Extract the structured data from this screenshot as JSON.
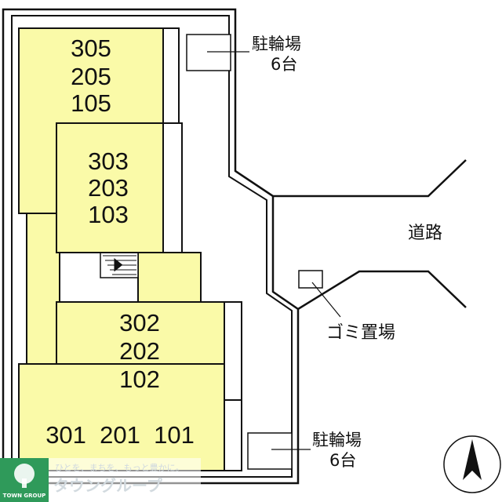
{
  "colors": {
    "building_fill": "#fafaa8",
    "line": "#111111",
    "logo_green": "#2f9a5a"
  },
  "units": {
    "block_a": [
      "305",
      "205",
      "105"
    ],
    "block_b": [
      "303",
      "203",
      "103"
    ],
    "block_c": [
      "302",
      "202",
      "102"
    ],
    "block_d": "301  201  101"
  },
  "bike_parking_top": {
    "label": "駐輪場",
    "count": "6台"
  },
  "bike_parking_bottom": {
    "label": "駐輪場",
    "count": "6台"
  },
  "road": {
    "label": "道路"
  },
  "garbage": {
    "label": "ゴミ置場"
  },
  "compass": {
    "icon": "north-arrow-icon"
  },
  "logo": {
    "tagline": "ひとを、まちを、もっと豊かに。",
    "name": "タウングループ",
    "small": "TOWN GROUP",
    "icon": "tree-logo-icon"
  }
}
